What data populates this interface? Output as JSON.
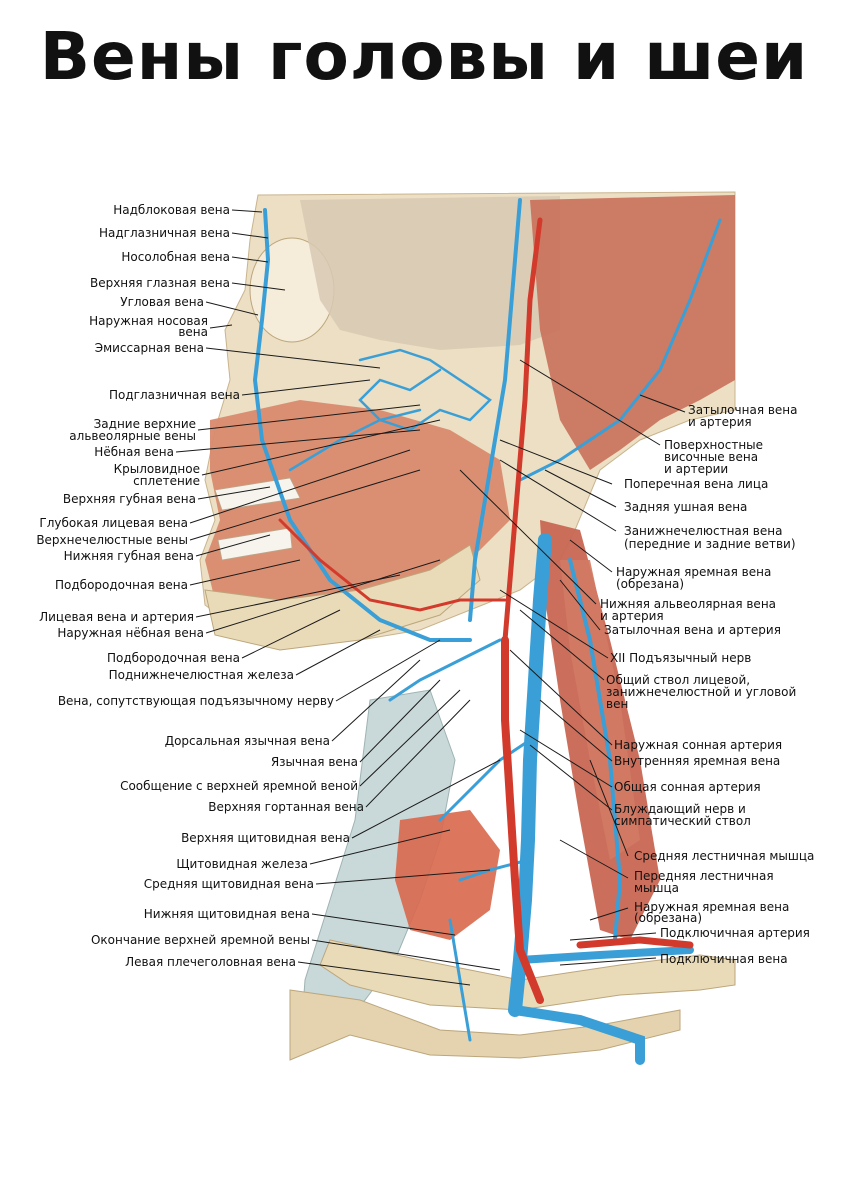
{
  "title": "Вены головы и шеи",
  "colors": {
    "vein": "#3a9fd6",
    "artery": "#d23a2c",
    "muscle": "#d9876e",
    "bone": "#eadcc0",
    "background": "#ffffff"
  },
  "labels_left": [
    "Надблоковая вена",
    "Надглазничная вена",
    "Носолобная вена",
    "Верхняя глазная вена",
    "Угловая вена",
    "Наружная носовая",
    "вена",
    "Эмиссарная вена",
    "Подглазничная вена",
    "Задние верхние",
    "альвеолярные вены",
    "Нёбная вена",
    "Крыловидное",
    "сплетение",
    "Верхняя губная вена",
    "Глубокая лицевая вена",
    "Верхнечелюстные вены",
    "Нижняя губная вена",
    "Подбородочная вена",
    "Лицевая вена и артерия",
    "Наружная нёбная вена",
    "Подбородочная вена",
    "Поднижнечелюстная железа",
    "Вена, сопутствующая подъязычному нерву",
    "Дорсальная язычная вена",
    "Язычная вена",
    "Сообщение с верхней яремной веной",
    "Верхняя гортанная вена",
    "Верхняя щитовидная вена",
    "Щитовидная железа",
    "Средняя щитовидная вена",
    "Нижняя щитовидная вена",
    "Окончание верхней яремной вены",
    "Левая плечеголовная вена"
  ],
  "labels_right": [
    "Затылочная вена",
    "и артерия",
    "Поверхностные",
    "височные вена",
    "и артерии",
    "Поперечная вена лица",
    "Задняя ушная вена",
    "Занижнечелюстная вена",
    "(передние и задние ветви)",
    "Наружная яремная вена",
    "(обрезана)",
    "Нижняя альвеолярная вена",
    "и артерия",
    "Затылочная вена и артерия",
    "XII Подъязычный нерв",
    "Общий ствол лицевой,",
    "занижнечелюстной и угловой",
    "вен",
    "Наружная сонная артерия",
    "Внутренняя яремная вена",
    "Общая сонная артерия",
    "Блуждающий нерв и",
    "симпатический ствол",
    "Средняя лестничная мышца",
    "Передняя лестничная",
    "мышца",
    "Наружная яремная вена",
    "(обрезана)",
    "Подключичная артерия",
    "Подключичная вена"
  ]
}
